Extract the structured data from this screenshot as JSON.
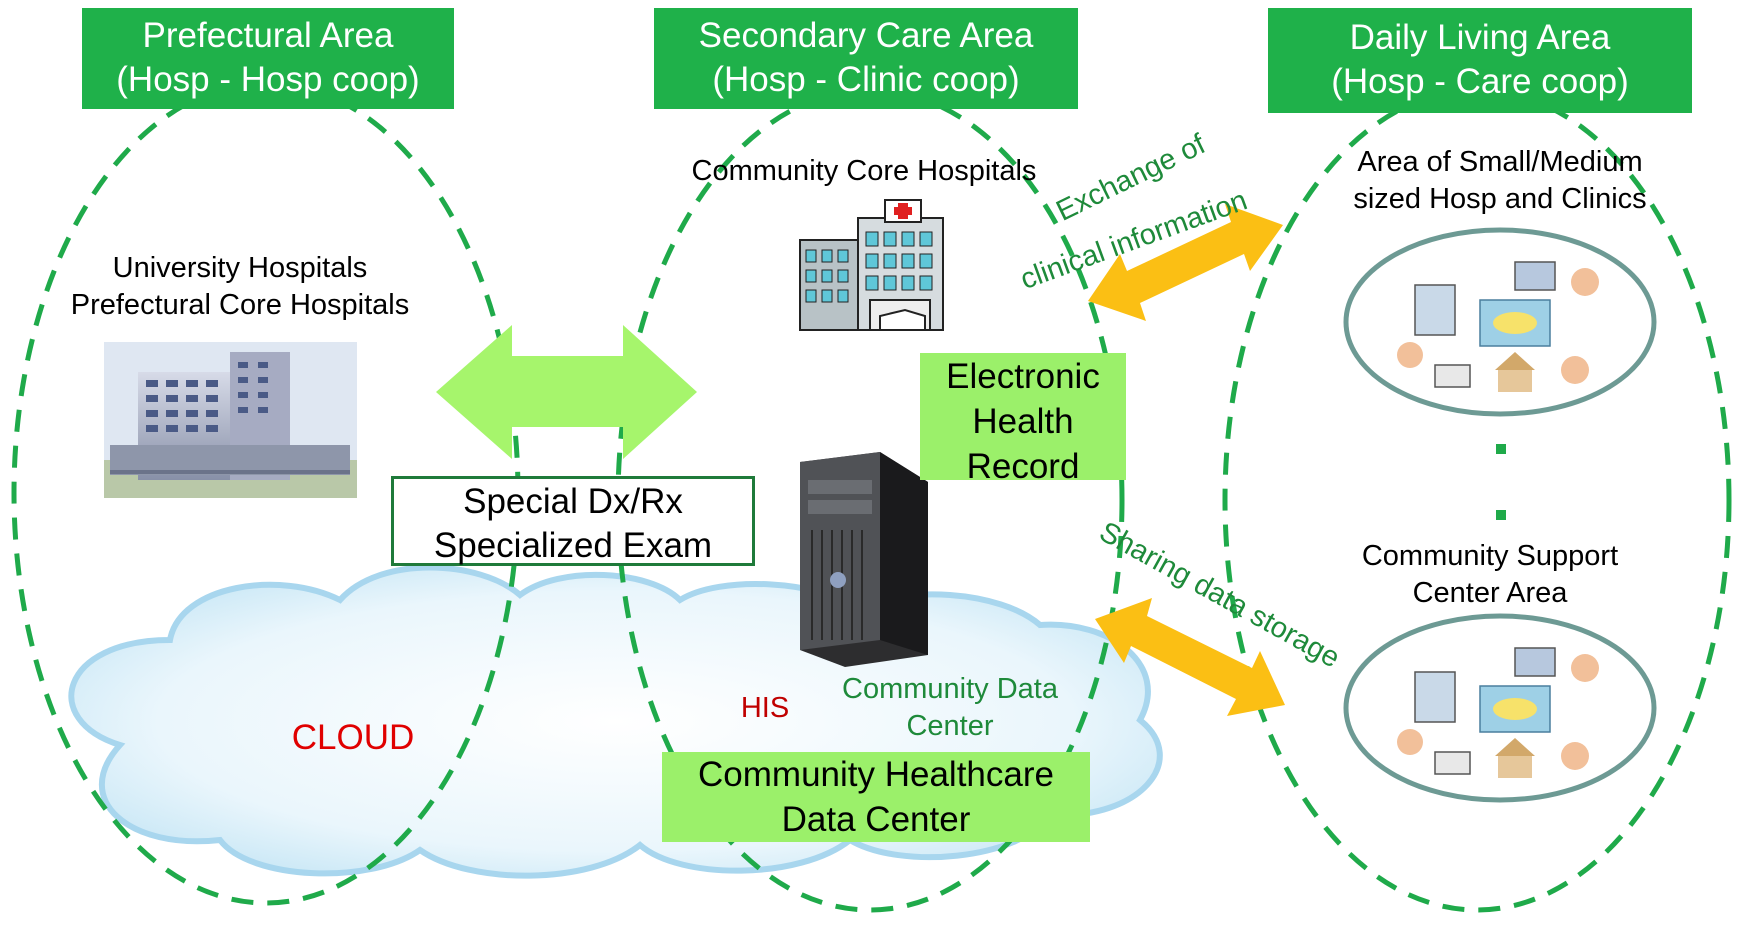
{
  "headers": {
    "prefectural": {
      "line1": "Prefectural Area",
      "line2": "(Hosp - Hosp coop)"
    },
    "secondary": {
      "line1": "Secondary Care Area",
      "line2": "(Hosp - Clinic coop)"
    },
    "daily": {
      "line1": "Daily Living Area",
      "line2": "(Hosp - Care coop)"
    }
  },
  "labels": {
    "university_line1": "University Hospitals",
    "university_line2": "Prefectural Core Hospitals",
    "community_core": "Community Core Hospitals",
    "small_medium_line1": "Area of Small/Medium",
    "small_medium_line2": "sized Hosp and Clinics",
    "support_line1": "Community Support",
    "support_line2": "Center Area",
    "cloud": "CLOUD",
    "his": "HIS",
    "community_data_line1": "Community Data",
    "community_data_line2": "Center"
  },
  "boxes": {
    "exam_line1": "Special Dx/Rx",
    "exam_line2": "Specialized Exam",
    "ehr_line1": "Electronic",
    "ehr_line2": "Health",
    "ehr_line3": "Record",
    "datacenter_line1": "Community Healthcare",
    "datacenter_line2": "Data Center"
  },
  "arrows": {
    "exchange_line1": "Exchange of",
    "exchange_line2": "clinical information",
    "sharing": "Sharing data storage"
  },
  "colors": {
    "header_green": "#1fb14a",
    "dash_green": "#1faa4a",
    "light_green_box": "#9bf06a",
    "orange_arrow": "#fbbf14",
    "cloud_blue": "#bfe2f3"
  }
}
